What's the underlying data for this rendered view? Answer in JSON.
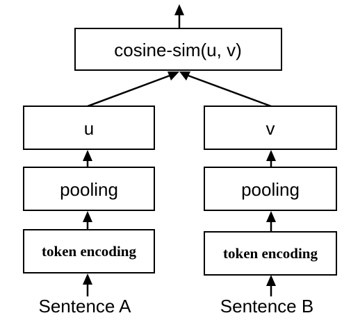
{
  "top": {
    "label": "cosine-sim(u, v)"
  },
  "left": {
    "output": "u",
    "pooling": "pooling",
    "encoder": "token encoding",
    "input": "Sentence A"
  },
  "right": {
    "output": "v",
    "pooling": "pooling",
    "encoder": "token encoding",
    "input": "Sentence B"
  }
}
